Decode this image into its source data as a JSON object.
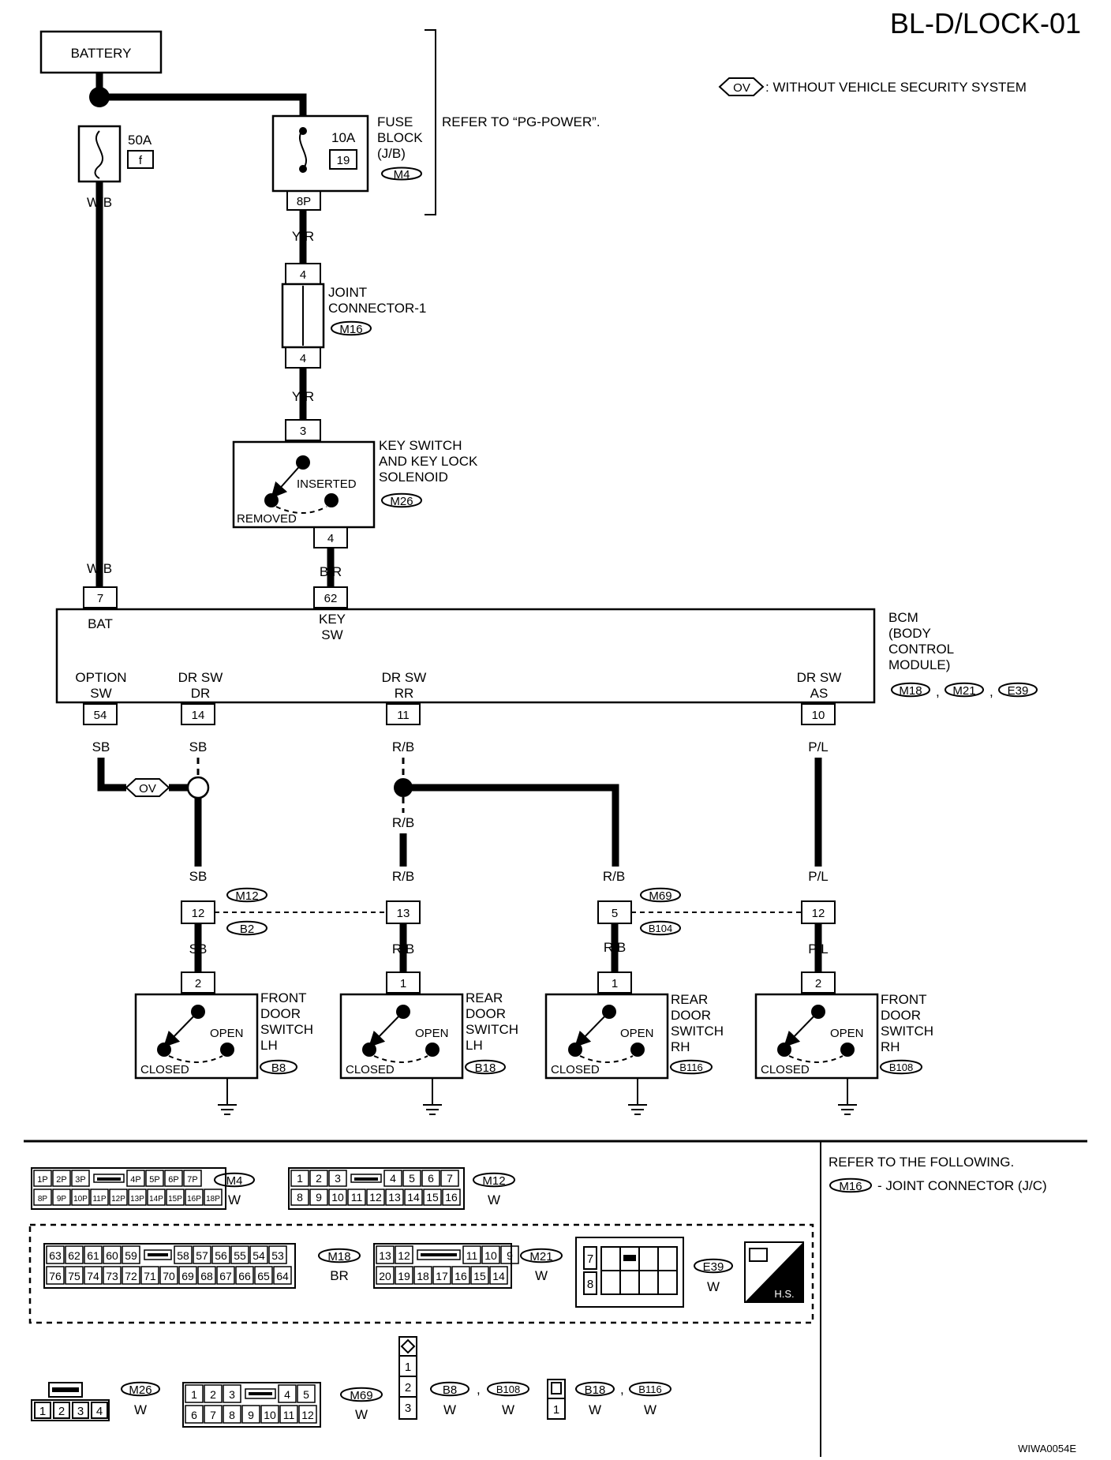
{
  "page_title": "BL-D/LOCK-01",
  "legend": {
    "code": "OV",
    "text": ": WITHOUT VEHICLE SECURITY SYSTEM"
  },
  "battery": "BATTERY",
  "fuse_main": {
    "rating": "50A",
    "id": "f",
    "wire": "W/B"
  },
  "fuse_block": {
    "rating": "10A",
    "id": "19",
    "label_lines": [
      "FUSE",
      "BLOCK",
      "(J/B)"
    ],
    "connector": "M4",
    "pin": "8P"
  },
  "refer_power": "REFER TO “PG-POWER”.",
  "joint_connector": {
    "label_lines": [
      "JOINT",
      "CONNECTOR-1"
    ],
    "connector": "M16",
    "pin_top": "4",
    "pin_bottom": "4"
  },
  "key_switch": {
    "label_lines": [
      "KEY SWITCH",
      "AND KEY LOCK",
      "SOLENOID"
    ],
    "connector": "M26",
    "pin_top": "3",
    "pin_bottom": "4",
    "inserted": "INSERTED",
    "removed": "REMOVED"
  },
  "wires": {
    "yr": "Y/R",
    "wb": "W/B",
    "br": "B/R",
    "sb": "SB",
    "rb": "R/B",
    "pl": "P/L"
  },
  "bcm": {
    "label_lines": [
      "BCM",
      "(BODY",
      "CONTROL",
      "MODULE)"
    ],
    "connectors": [
      "M18",
      "M21",
      "E39"
    ],
    "sep": ",",
    "pins": [
      {
        "num": "7",
        "lines": [
          "BAT"
        ]
      },
      {
        "num": "62",
        "lines": [
          "KEY",
          "SW"
        ]
      },
      {
        "num": "54",
        "lines": [
          "OPTION",
          "SW"
        ]
      },
      {
        "num": "14",
        "lines": [
          "DR SW",
          "DR"
        ]
      },
      {
        "num": "11",
        "lines": [
          "DR SW",
          "RR"
        ]
      },
      {
        "num": "10",
        "lines": [
          "DR SW",
          "AS"
        ]
      }
    ]
  },
  "option_tag": "OV",
  "harness_connectors": [
    {
      "pin": "12",
      "code_top": "M12",
      "code_bottom": "B2"
    },
    {
      "pin": "13"
    },
    {
      "pin": "5",
      "code_top": "M69",
      "code_bottom": "B104"
    },
    {
      "pin": "12"
    }
  ],
  "door_switches": [
    {
      "pin": "2",
      "label_lines": [
        "FRONT",
        "DOOR",
        "SWITCH",
        "LH"
      ],
      "connector": "B8",
      "open": "OPEN",
      "closed": "CLOSED"
    },
    {
      "pin": "1",
      "label_lines": [
        "REAR",
        "DOOR",
        "SWITCH",
        "LH"
      ],
      "connector": "B18",
      "open": "OPEN",
      "closed": "CLOSED"
    },
    {
      "pin": "1",
      "label_lines": [
        "REAR",
        "DOOR",
        "SWITCH",
        "RH"
      ],
      "connector": "B116",
      "open": "OPEN",
      "closed": "CLOSED"
    },
    {
      "pin": "2",
      "label_lines": [
        "FRONT",
        "DOOR",
        "SWITCH",
        "RH"
      ],
      "connector": "B108",
      "open": "OPEN",
      "closed": "CLOSED"
    }
  ],
  "refer_following": "REFER TO THE FOLLOWING.",
  "refer_item": {
    "code": "M16",
    "text": "- JOINT CONNECTOR (J/C)"
  },
  "connector_views": {
    "M4": {
      "code": "M4",
      "color": "W",
      "row1_left": [
        "1P",
        "2P",
        "3P"
      ],
      "row1_right": [
        "4P",
        "5P",
        "6P",
        "7P"
      ],
      "row2": [
        "8P",
        "9P",
        "10P",
        "11P",
        "12P",
        "13P",
        "14P",
        "15P",
        "16P",
        "18P"
      ]
    },
    "M12": {
      "code": "M12",
      "color": "W",
      "row1_left": [
        "1",
        "2",
        "3"
      ],
      "row1_right": [
        "4",
        "5",
        "6",
        "7"
      ],
      "row2": [
        "8",
        "9",
        "10",
        "11",
        "12",
        "13",
        "14",
        "15",
        "16"
      ]
    },
    "M18": {
      "code": "M18",
      "color": "BR",
      "row1_left": [
        "63",
        "62",
        "61",
        "60",
        "59"
      ],
      "row1_right": [
        "58",
        "57",
        "56",
        "55",
        "54",
        "53"
      ],
      "row2": [
        "76",
        "75",
        "74",
        "73",
        "72",
        "71",
        "70",
        "69",
        "68",
        "67",
        "66",
        "65",
        "64"
      ]
    },
    "M21": {
      "code": "M21",
      "color": "W",
      "row1_left": [
        "13",
        "12"
      ],
      "row1_right": [
        "11",
        "10",
        "9"
      ],
      "row2": [
        "20",
        "19",
        "18",
        "17",
        "16",
        "15",
        "14"
      ]
    },
    "E39": {
      "code": "E39",
      "color": "W",
      "pins": [
        "7",
        "8"
      ]
    },
    "HS": {
      "label": "H.S."
    },
    "M26": {
      "code": "M26",
      "color": "W",
      "pins": [
        "1",
        "2",
        "3",
        "4"
      ]
    },
    "M69": {
      "code": "M69",
      "color": "W",
      "row1_left": [
        "1",
        "2",
        "3"
      ],
      "row1_right": [
        "4",
        "5"
      ],
      "row2": [
        "6",
        "7",
        "8",
        "9",
        "10",
        "11",
        "12"
      ]
    },
    "B8": {
      "codes": [
        "B8",
        "B108"
      ],
      "color": "W",
      "pins": [
        "1",
        "2",
        "3"
      ]
    },
    "B18": {
      "codes": [
        "B18",
        "B116"
      ],
      "color": "W",
      "pins": [
        "1"
      ]
    }
  },
  "footer_code": "WIWA0054E"
}
